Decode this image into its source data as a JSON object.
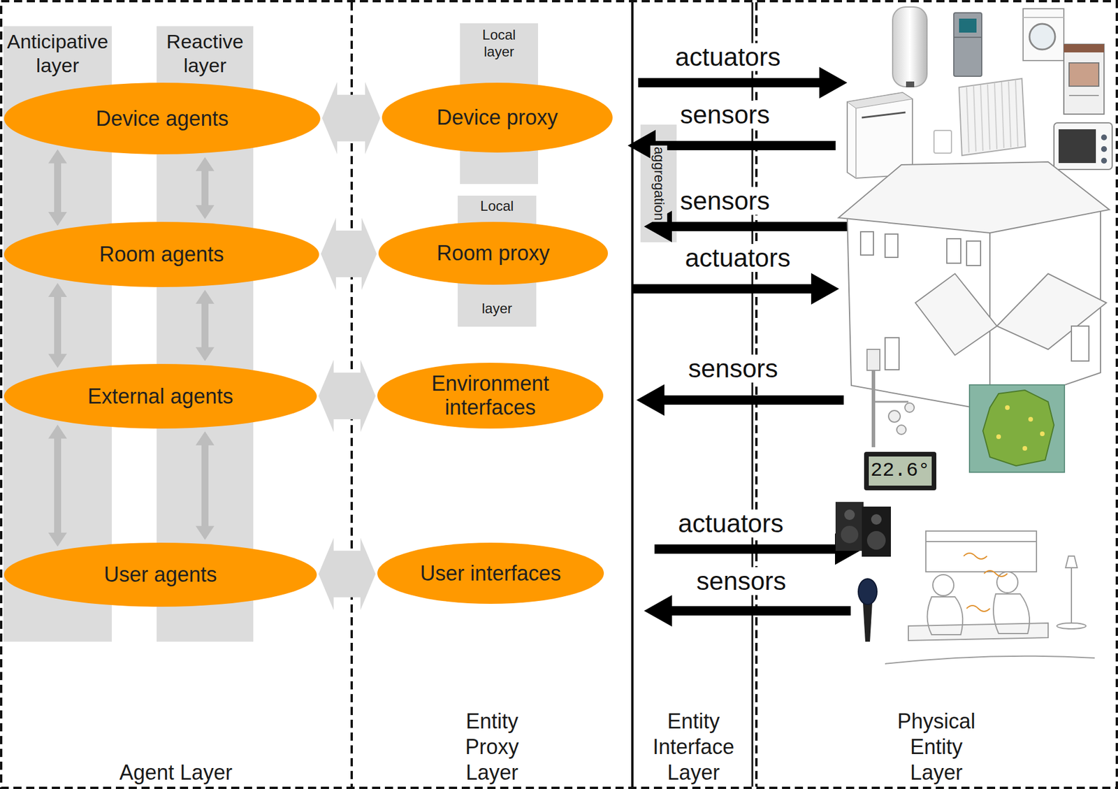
{
  "diagram": {
    "nodes": [
      {
        "text": [
          "Agent Layer"
        ]
      },
      {
        "text": [
          "Anticipative layer"
        ],
        "in": 0
      },
      {
        "text": [
          "Reactive layer"
        ],
        "in": 0
      },
      {
        "text": [
          "Device agents"
        ],
        "in": 0
      },
      {
        "text": [
          "Room agents"
        ],
        "in": 0
      },
      {
        "text": [
          "External agents"
        ],
        "in": 0
      },
      {
        "text": [
          "User agents"
        ],
        "in": 0
      },
      {
        "text": [
          "Entity Proxy Layer"
        ]
      },
      {
        "text": [
          "Local layer"
        ],
        "in": 7
      },
      {
        "text": [
          "Device proxy"
        ],
        "in": 7
      },
      {
        "text": [
          "Local",
          "layer"
        ],
        "in": 7
      },
      {
        "text": [
          "Room proxy"
        ],
        "in": 7
      },
      {
        "text": [
          "Environment interfaces"
        ],
        "in": 7
      },
      {
        "text": [
          "User interfaces"
        ],
        "in": 7
      },
      {
        "text": [
          "Entity Interface Layer"
        ]
      },
      {
        "text": [
          "aggregation"
        ],
        "in": 14
      },
      {
        "text": [
          "Physical Entity Layer"
        ]
      }
    ],
    "edges": [
      {
        "from": 3,
        "to": 4,
        "arrow": "both"
      },
      {
        "from": 3,
        "to": 4,
        "arrow": "both"
      },
      {
        "from": 4,
        "to": 5,
        "arrow": "both"
      },
      {
        "from": 4,
        "to": 5,
        "arrow": "both"
      },
      {
        "from": 5,
        "to": 6,
        "arrow": "both"
      },
      {
        "from": 5,
        "to": 6,
        "arrow": "both"
      },
      {
        "from": 3,
        "to": 9,
        "arrow": "both"
      },
      {
        "from": 4,
        "to": 11,
        "arrow": "both"
      },
      {
        "from": 5,
        "to": 12,
        "arrow": "both"
      },
      {
        "from": 6,
        "to": 13,
        "arrow": "both"
      }
    ],
    "labels": [
      "actuators",
      "sensors",
      "sensors",
      "actuators",
      "sensors",
      "actuators",
      "sensors",
      "22.6°"
    ]
  }
}
